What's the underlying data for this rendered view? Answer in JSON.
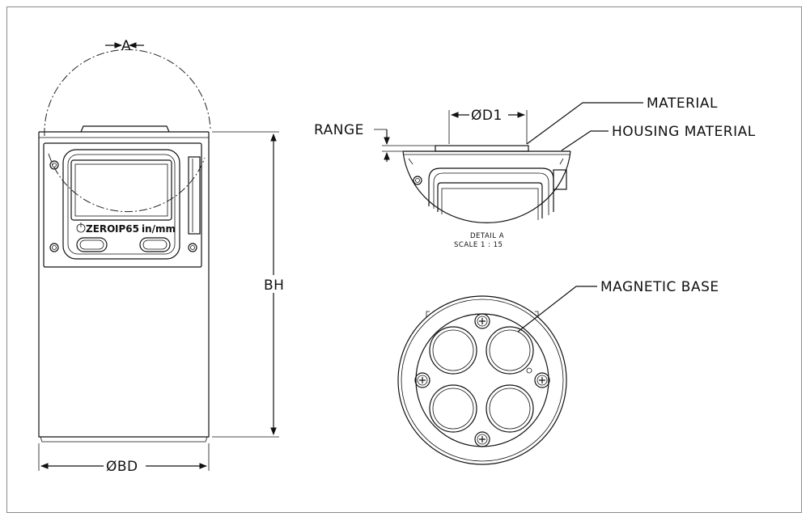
{
  "labels": {
    "detail_marker": "A",
    "body_diameter": "ØBD",
    "body_height": "BH",
    "d1": "ØD1",
    "range": "RANGE",
    "material": "MATERIAL",
    "housing_material": "HOUSING MATERIAL",
    "magnetic_base": "MAGNETIC BASE",
    "detail_title": "DETAIL A",
    "detail_scale": "SCALE 1 : 15"
  },
  "display": {
    "zero_text": "ZERO",
    "ip_text": "IP65",
    "units_text": "in/mm"
  },
  "colors": {
    "line": "#111111",
    "frame": "#8a8a8a",
    "background": "#ffffff"
  }
}
